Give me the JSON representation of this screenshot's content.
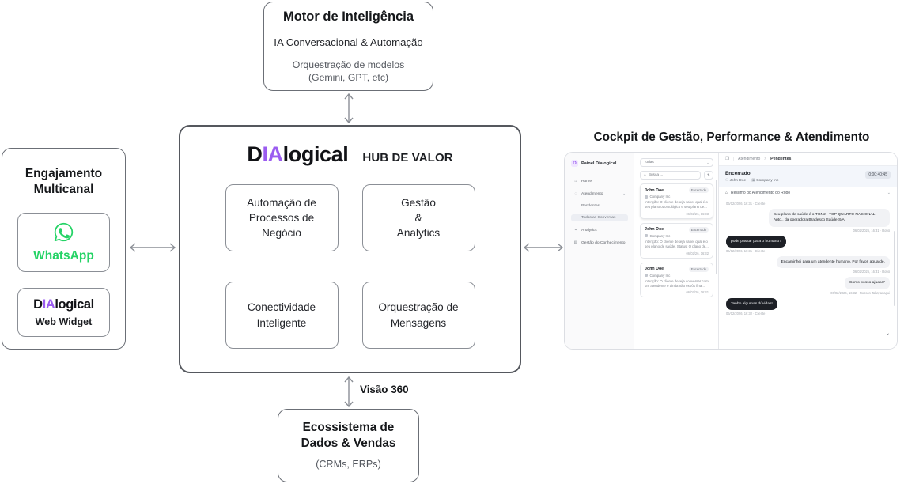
{
  "motor": {
    "title": "Motor de Inteligência",
    "subtitle": "IA Conversacional & Automação",
    "note_line1": "Orquestração de modelos",
    "note_line2": "(Gemini, GPT, etc)"
  },
  "hub": {
    "logo_d": "D",
    "logo_ia": "IA",
    "logo_rest": "logical",
    "tagline": "HUB DE VALOR",
    "cards": [
      {
        "label": "Automação de Processos de Negócio"
      },
      {
        "label": "Gestão\n&\nAnalytics"
      },
      {
        "label": "Conectividade Inteligente"
      },
      {
        "label": "Orquestração de Mensagens"
      }
    ]
  },
  "engagement": {
    "title_line1": "Engajamento",
    "title_line2": "Multicanal",
    "whatsapp": {
      "icon": "whatsapp-icon",
      "label": "WhatsApp",
      "color": "#25D366"
    },
    "widget": {
      "logo_d": "D",
      "logo_ia": "IA",
      "logo_rest": "logical",
      "sub": "Web Widget"
    }
  },
  "ecosystem": {
    "title_line1": "Ecossistema de",
    "title_line2": "Dados & Vendas",
    "note": "(CRMs, ERPs)"
  },
  "connectors": {
    "visao_label": "Visão 360"
  },
  "cockpit": {
    "title": "Cockpit de Gestão, Performance & Atendimento",
    "app": {
      "brand": {
        "mark": "D",
        "name": "Painel Dialogical"
      },
      "nav": [
        {
          "icon": "home-icon",
          "label": "Home",
          "expandable": false
        },
        {
          "icon": "headset-icon",
          "label": "Atendimento",
          "expandable": true
        },
        {
          "icon": "chart-icon",
          "label": "Analytics",
          "expandable": false
        },
        {
          "icon": "book-icon",
          "label": "Gestão do Conhecimento",
          "expandable": false
        }
      ],
      "nav_sub": [
        {
          "label": "Pendentes",
          "active": false
        },
        {
          "label": "Todas as Conversas",
          "active": true
        }
      ],
      "breadcrumb": {
        "icon": "panel-icon",
        "parent": "Atendimento",
        "sep": ">",
        "current": "Pendentes"
      },
      "filter": {
        "value": "Todas",
        "chevron": "chevron-down-icon"
      },
      "search": {
        "placeholder": "Busca ...",
        "icon": "search-icon",
        "sort_icon": "sort-icon"
      },
      "conversations": [
        {
          "name": "John Doe",
          "badge": "Encerrado",
          "company": "Company Inc",
          "snippet": "Intenção: O cliente deseja saber qual é o seu plano odontológico e seu plano de...",
          "time": "06/02/26, 16:33"
        },
        {
          "name": "John Doe",
          "badge": "Encerrado",
          "company": "Company Inc",
          "snippet": "Intenção: O cliente deseja saber qual é o seu plano de saúde. Status: O plano de...",
          "time": "06/02/26, 16:32"
        },
        {
          "name": "John Doe",
          "badge": "Encerrado",
          "company": "Company Inc",
          "snippet": "Intenção: O cliente deseja conversar com um atendente e ainda não expôs fina...",
          "time": "06/02/26, 16:31"
        }
      ],
      "chat": {
        "status": "Encerrado",
        "customer": "John Doe",
        "company": "Company Inc",
        "timer": "0:00:40:45",
        "accordion": "Resumo do Atendimento do Robô",
        "messages": [
          {
            "side": "out",
            "text": "Seu plano de saúde é o TGN2 - TOP QUARTO NACIONAL - Apto., da operadora Bradesco Saúde S/A.",
            "stamp": "06/02/2026, 16:31 · Robô"
          },
          {
            "side": "in",
            "text": "pode passar para o humano?",
            "stamp": "06/02/2026, 16:31 · Cliente"
          },
          {
            "side": "out",
            "text": "Encaminhei para um atendente humano. Por favor, aguarde.",
            "stamp": "06/02/2026, 16:31 · Robô"
          },
          {
            "side": "out",
            "text": "Como posso ajudar?",
            "stamp": "06/02/2026, 16:32 · Robson Takayanagui"
          },
          {
            "side": "in",
            "text": "Tenho algumas dúvidas!",
            "stamp": "06/02/2026, 16:32 · Cliente"
          }
        ],
        "scroll_down_icon": "arrow-down-icon"
      }
    }
  }
}
